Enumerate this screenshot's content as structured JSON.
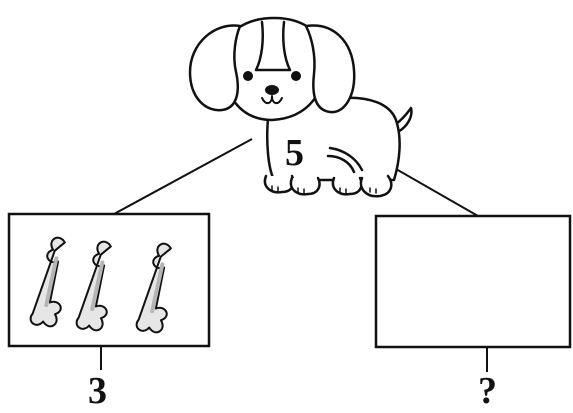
{
  "puzzle": {
    "total": "5",
    "left_part": "3",
    "right_part": "?",
    "left_bone_count": 3,
    "right_bone_count": 0
  },
  "icons": {
    "character": "puppy-icon",
    "item": "bone-icon"
  },
  "colors": {
    "line": "#111111",
    "bone_fill": "#e6e6e6",
    "bone_shade": "#b5b5b5",
    "background": "#ffffff"
  }
}
